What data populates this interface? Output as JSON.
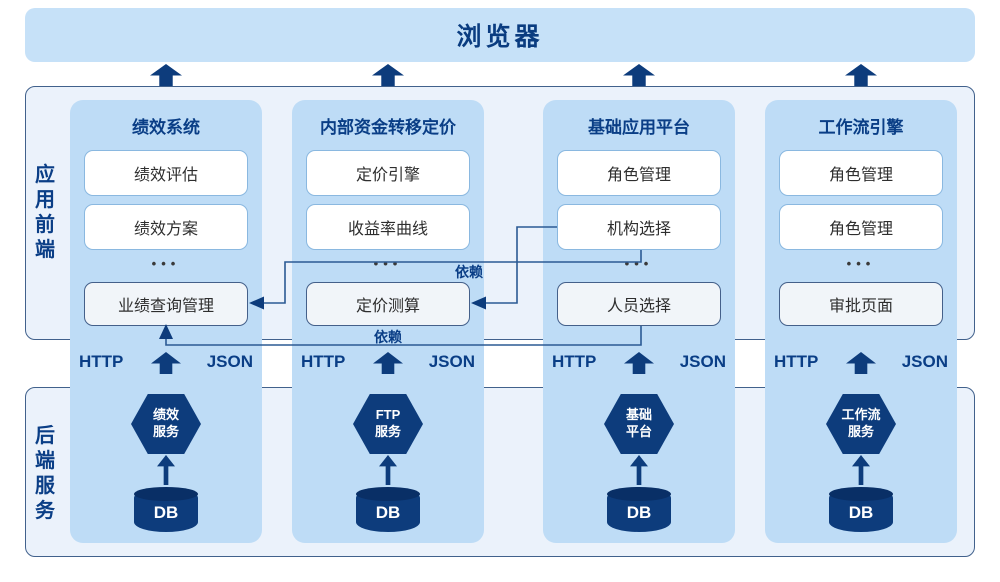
{
  "banner": {
    "title": "浏览器"
  },
  "frontend": {
    "side_label": "应用前端",
    "columns": [
      {
        "title": "绩效系统",
        "item1": "绩效评估",
        "item2": "绩效方案",
        "more": "•••",
        "feature": "业绩查询管理",
        "http": "HTTP",
        "json": "JSON"
      },
      {
        "title": "内部资金转移定价",
        "item1": "定价引擎",
        "item2": "收益率曲线",
        "more": "•••",
        "feature": "定价测算",
        "http": "HTTP",
        "json": "JSON"
      },
      {
        "title": "基础应用平台",
        "item1": "角色管理",
        "item2": "机构选择",
        "more": "•••",
        "feature": "人员选择",
        "http": "HTTP",
        "json": "JSON"
      },
      {
        "title": "工作流引擎",
        "item1": "角色管理",
        "item2": "角色管理",
        "more": "•••",
        "feature": "审批页面",
        "http": "HTTP",
        "json": "JSON"
      }
    ]
  },
  "backend": {
    "side_label": "后端服务",
    "services": [
      {
        "line1": "绩效",
        "line2": "服务",
        "db": "DB"
      },
      {
        "line1": "FTP",
        "line2": "服务",
        "db": "DB"
      },
      {
        "line1": "基础",
        "line2": "平台",
        "db": "DB"
      },
      {
        "line1": "工作流",
        "line2": "服务",
        "db": "DB"
      }
    ]
  },
  "dependencies": {
    "label1": "依赖",
    "label2": "依赖"
  },
  "colors": {
    "navy": "#0d3c7c",
    "title_text": "#0a3e86",
    "banner_blue": "#c6e1f8",
    "strip_blue": "#bedcf6",
    "zone_fill": "#ebf2fb",
    "zone_border": "#41618c",
    "box_border": "#8ab8e0",
    "feature_fill": "#f1f5f9",
    "dep_line": "#2b5a94"
  }
}
